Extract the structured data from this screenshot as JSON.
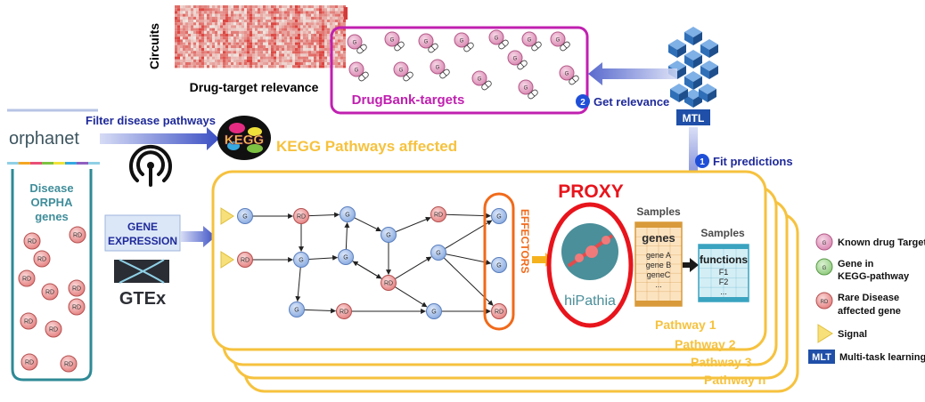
{
  "heatmap": {
    "row_label": "Circuits",
    "col_label": "Drug-target relevance"
  },
  "drugbank": {
    "title": "DrugBank-targets",
    "node_letter": "G"
  },
  "mtl": {
    "label": "MTL",
    "step2_number": "2",
    "step2_label": "Get relevance",
    "step1_number": "1",
    "step1_label": "Fit predictions"
  },
  "orphanet": {
    "logo_text": "orphanet",
    "filter_label": "Filter disease pathways"
  },
  "kegg": {
    "logo_text": "KEGG",
    "pathways_title": "KEGG Pathways affected"
  },
  "disease_panel": {
    "title_lines": [
      "Disease",
      "ORPHA",
      "genes"
    ],
    "node_letter": "RD"
  },
  "gene_expression": {
    "title_lines": [
      "GENE",
      "EXPRESSION"
    ],
    "gtex_label": "GTEx"
  },
  "pathway_graph": {
    "gene_letter": "G",
    "rare_letter": "RD",
    "effectors_label": "EFFECTORS"
  },
  "proxy": {
    "title": "PROXY",
    "logo_text": "hiPathia"
  },
  "matrices": {
    "samples_label_1": "Samples",
    "genes_header": "genes",
    "gene_items": [
      "gene A",
      "gene B",
      "geneC",
      "..."
    ],
    "samples_label_2": "Samples",
    "functions_header": "functions",
    "function_items": [
      "F1",
      "F2",
      "..."
    ]
  },
  "pathway_stack": [
    "Pathway 1",
    "Pathway 2",
    "Pathway 3",
    "Pathway n"
  ],
  "legend": {
    "items": [
      {
        "key": "known_target",
        "label_lines": [
          "Known drug Target"
        ]
      },
      {
        "key": "gene_kegg",
        "label_lines": [
          "Gene in",
          "KEGG-pathway"
        ]
      },
      {
        "key": "rare_disease",
        "label_lines": [
          "Rare Disease",
          "affected gene"
        ]
      },
      {
        "key": "signal",
        "label_lines": [
          "Signal"
        ]
      },
      {
        "key": "mtl",
        "label_lines": [
          "Multi-task learning"
        ],
        "badge": "MLT"
      }
    ]
  },
  "colors": {
    "pink_node": "#e8a6c6",
    "green_node": "#a8d89a",
    "red_node": "#f2a5a5",
    "blue_node": "#a9c3ea",
    "magenta_border": "#c020b0",
    "orange_border": "#f6c23e",
    "navy": "#1f2a9a",
    "proxy_red": "#e8141c",
    "effectors_orange": "#f06a1a",
    "teal": "#4a8f9a",
    "mtl_blue": "#2f6fb8"
  }
}
